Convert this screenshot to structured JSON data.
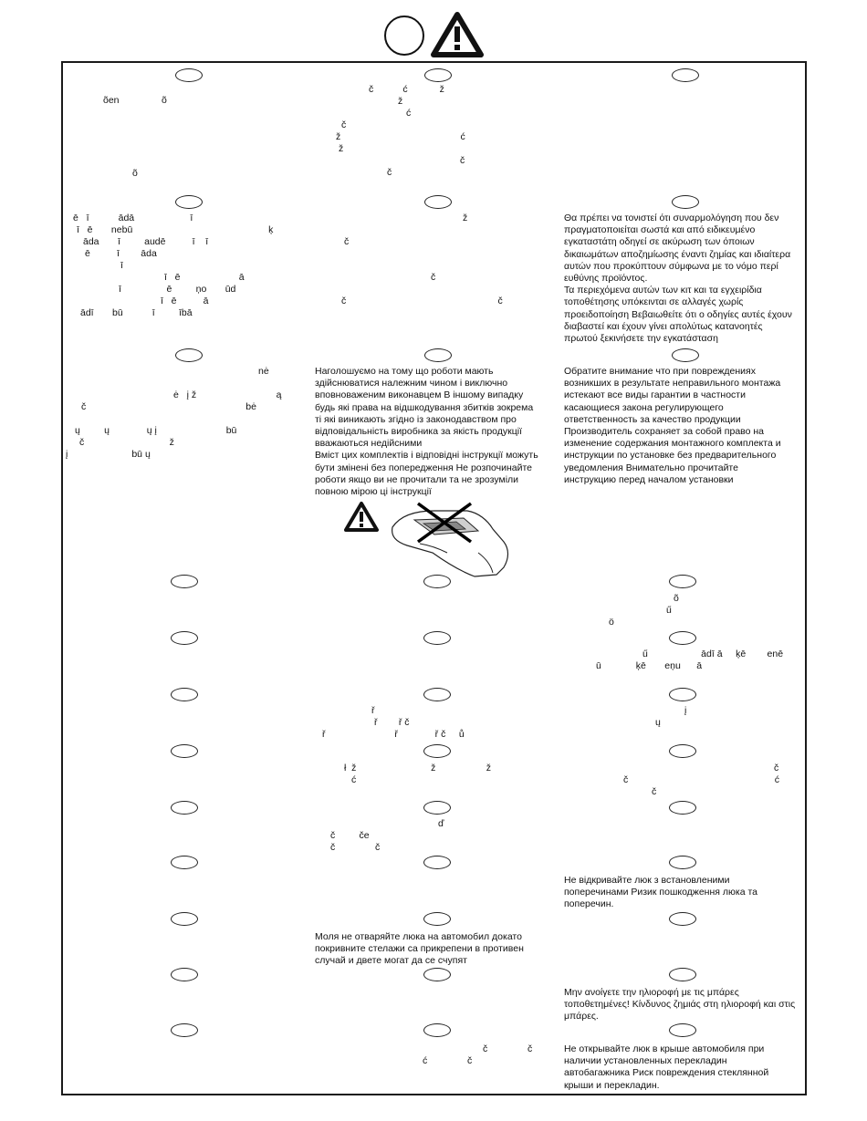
{
  "header": {
    "circle_icon": "blank-circle",
    "warning_icon": "warning-triangle-exclamation"
  },
  "left_column": {
    "block1": {
      "frag1": "õen",
      "frag2": "õ",
      "frag3": "õ"
    },
    "block2": {
      "line1": "ē   ī           ādā                     ī",
      "line2": "ī   ē       nebū                                                   ķ",
      "line3": "ādа       ī         audē          ī    ī",
      "line4": "ē          ī        āda",
      "line5": "ī",
      "line6": "ī   ē                      ā",
      "line7": "ī                 ē         ņo       ūd",
      "line8": "ī   ē          ā",
      "line9": "ādī       bū           ī         ībā"
    },
    "block3": {
      "line1": "nė",
      "line2": "ė   į ž                              ą",
      "line3": "č                                                            bė",
      "line4": "ų         ų              ų į                          bū",
      "line5": "č                                ž",
      "line6": "į                        bū ų"
    }
  },
  "middle_column": {
    "block1": {
      "line1": "č           ć            ž",
      "line2": "ž",
      "line3": "ć",
      "line4": "č",
      "line5": "ž                                             ć",
      "line6": "ž",
      "line7": "č",
      "line8": "č"
    },
    "block2": {
      "line1": "ž",
      "line2": "č",
      "line3": "č",
      "line4": "č                                                         č"
    },
    "ukrainian": [
      "Наголошуємо на тому  що роботи мають",
      "здійснюватися належним чином і виключно",
      "вповноваженим виконавцем  В іншому випадку",
      "будь які права на відшкодування збитків  зокрема",
      "ті  які виникають згідно із законодавством про",
      "відповідальність виробника за якість продукції",
      "вважаються недійсними",
      "Вміст цих комплектів і відповідні інструкції можуть",
      "бути змінені без попередження  Не розпочинайте",
      "роботи  якщо ви не прочитали та не зрозуміли",
      "повною мірою ці інструкції"
    ],
    "lower": {
      "f1": "ř",
      "f2": "ř        ř č",
      "f3": "ř                          ř              ř č     ů",
      "f4": "ł  ž                            ž                   ž",
      "f5": "ć",
      "f6": "ď",
      "f7": "č         če",
      "f8": "č               č"
    },
    "bulgarian": [
      "Моля  не отваряйте люка на автомобил  докато",
      "покривните стелажи са прикрепени  в противен",
      "случай и двете могат да се счупят"
    ],
    "last": {
      "f1": "č               č",
      "f2": "ć               č"
    }
  },
  "right_column": {
    "greek1": [
      "Θα πρέπει να τονιστεί ότι συναρμολόγηση που δεν",
      "πραγματοποιείται σωστά και από ειδικευμένο",
      "εγκαταστάτη οδηγεί σε ακύρωση των όποιων",
      "δικαιωμάτων αποζημίωσης έναντι ζημίας και ιδιαίτερα",
      "αυτών που προκύπτουν σύμφωνα με το νόμο περί",
      "ευθύνης προϊόντος.",
      "Τα περιεχόμενα αυτών των κιτ και τα εγχειρίδια",
      "τοποθέτησης υπόκεινται σε  αλλαγές χωρίς",
      "προειδοποίηση  Βεβαιωθείτε ότι ο οδηγίες αυτές έχουν",
      "διαβαστεί και έχουν γίνει απολύτως κατανοητές",
      "πρωτού ξεκινήσετε την   εγκατάσταση"
    ],
    "russian1": [
      "Обратите внимание  что при повреждениях",
      "возникших в результате неправильного монтажа",
      "истекают все виды гарантии  в частности",
      "касающиеся закона  регулирующего",
      "ответственность за качество продукции",
      "Производитель сохраняет за собой право на",
      "изменение содержания монтажного комплекта и",
      "инструкции по установке без предварительного",
      "уведомления  Внимательно прочитайте",
      "инструкцию перед началом  установки"
    ],
    "lower": {
      "f1": "õ",
      "f2": "ű",
      "f3": "ö",
      "f4": "ű                    ādī ā     ķē        enē",
      "f5": "ū             ķē       eņu      ā",
      "f6": "į",
      "f7": "ų",
      "f8": "č",
      "f9": "č                                                       ć",
      "f10": "č"
    },
    "ukrainian2": [
      "Не відкривайте люк з встановленими",
      "поперечинами  Ризик пошкодження люка та",
      "поперечин."
    ],
    "greek2": [
      "Μην ανοίγετε την ηλιοροφή με τις μπάρες",
      "τοποθετημένες! Κίνδυνος ζημιάς στη ηλιοροφή και στις",
      "μπάρες."
    ],
    "russian2": [
      "Не открывайте люк в крыше автомобиля при",
      "наличии установленных перекладин",
      "автобагажника   Риск повреждения стеклянной",
      "крыши и перекладин."
    ]
  },
  "illustration": {
    "warning_icon": "warning-triangle-exclamation",
    "car_icon": "car-with-crossed-sunroof"
  }
}
